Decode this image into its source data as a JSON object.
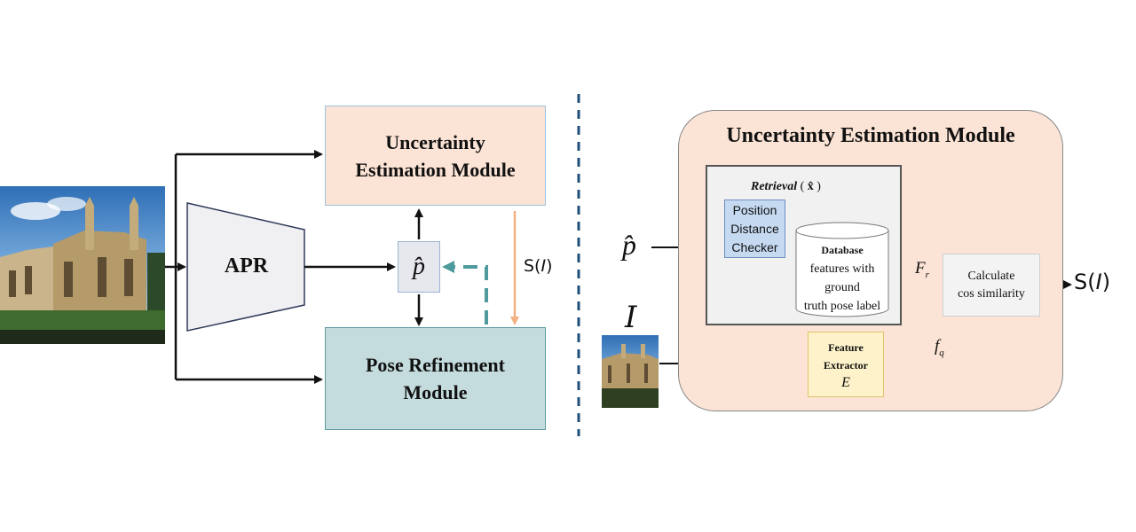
{
  "left": {
    "uncertainty_module": {
      "line1": "Uncertainty",
      "line2": "Estimation Module"
    },
    "pose_refinement_module": {
      "line1": "Pose Refinement",
      "line2": "Module"
    },
    "apr_label": "APR",
    "pose_estimate": "p̂",
    "score_label": {
      "prefix": "S(",
      "var": "I",
      "suffix": ")"
    }
  },
  "right": {
    "panel_title": "Uncertainty Estimation Module",
    "retrieval": {
      "label": "Retrieval",
      "open": " ( ",
      "symbol": "x̂",
      "close": " )"
    },
    "position_distance_checker": {
      "line1": "Position",
      "line2": "Distance",
      "line3": "Checker"
    },
    "database": {
      "title": "Database",
      "line2": "features with",
      "line3": "ground",
      "line4": "truth pose label"
    },
    "calculate": {
      "line1": "Calculate",
      "line2": "cos similarity"
    },
    "feature_extractor": {
      "line1": "Feature",
      "line2": "Extractor",
      "symbol": "E"
    },
    "pose_input": "p̂",
    "image_input": "I",
    "F_r": {
      "base": "F",
      "sub": "r"
    },
    "f_q": {
      "base": "f",
      "sub": "q"
    },
    "output": {
      "prefix": "S(",
      "var": "I",
      "suffix": ")"
    }
  },
  "colors": {
    "uncertainty_fill": "#fbe3d5",
    "pose_refinement_fill": "#c5dcde",
    "refine_feedback_arrow": "#4e9a9c",
    "score_arrow": "#f4b183",
    "separator": "#1f4e79",
    "position_checker_fill": "#c5d9f1",
    "feature_extractor_fill": "#fdf2c9"
  }
}
